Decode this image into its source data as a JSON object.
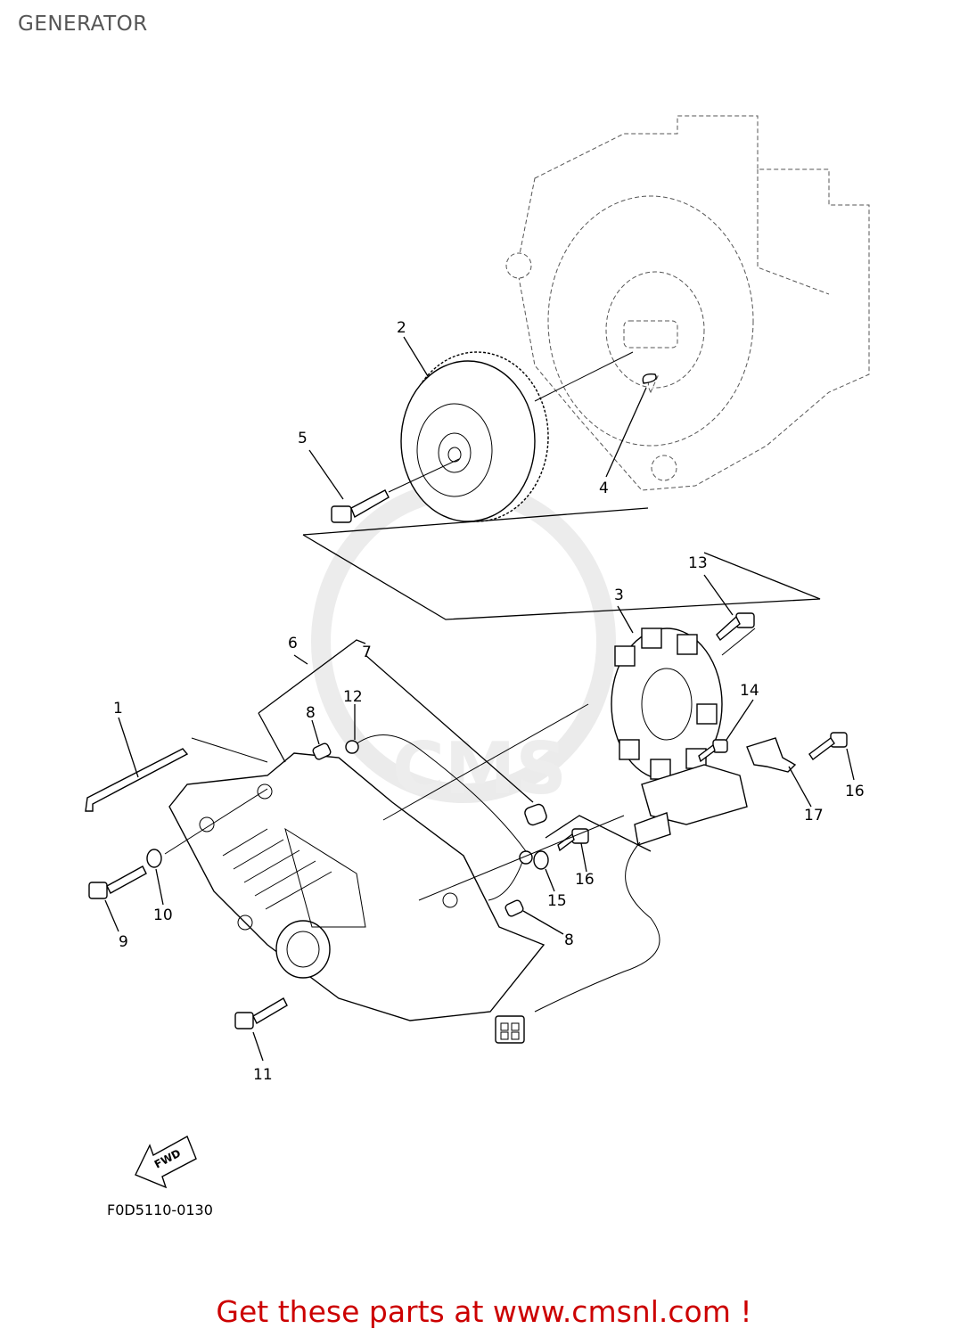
{
  "page": {
    "title": "GENERATOR"
  },
  "figure": {
    "code": "F0D5110-0130",
    "direction_label": "FWD"
  },
  "callouts": [
    {
      "id": "1",
      "label": "1"
    },
    {
      "id": "2",
      "label": "2"
    },
    {
      "id": "3",
      "label": "3"
    },
    {
      "id": "4",
      "label": "4"
    },
    {
      "id": "5",
      "label": "5"
    },
    {
      "id": "6",
      "label": "6"
    },
    {
      "id": "7",
      "label": "7"
    },
    {
      "id": "8a",
      "label": "8"
    },
    {
      "id": "8b",
      "label": "8"
    },
    {
      "id": "9",
      "label": "9"
    },
    {
      "id": "10",
      "label": "10"
    },
    {
      "id": "11",
      "label": "11"
    },
    {
      "id": "12",
      "label": "12"
    },
    {
      "id": "13",
      "label": "13"
    },
    {
      "id": "14",
      "label": "14"
    },
    {
      "id": "15",
      "label": "15"
    },
    {
      "id": "16a",
      "label": "16"
    },
    {
      "id": "16b",
      "label": "16"
    },
    {
      "id": "17",
      "label": "17"
    }
  ],
  "watermark": {
    "text": "CMS",
    "color": "#d9d9d9"
  },
  "promo": {
    "text": "Get these parts at www.cmsnl.com !",
    "color": "#cc0000"
  }
}
